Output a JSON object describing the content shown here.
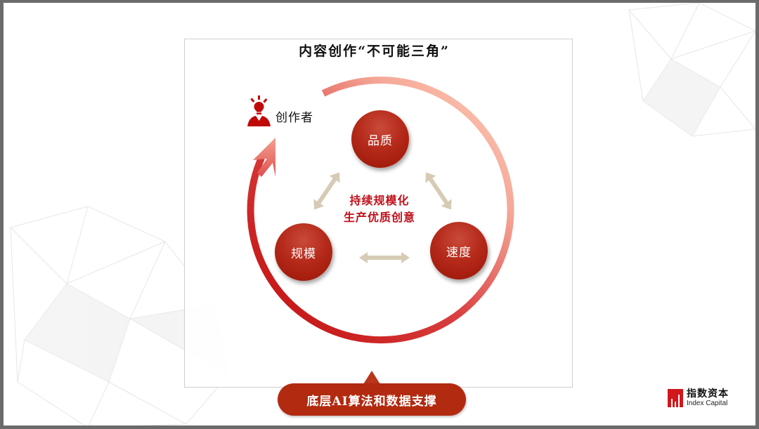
{
  "slide": {
    "title": "内容创作“不可能三角”",
    "creator": {
      "label": "创作者",
      "icon": "person-lightbulb-icon"
    },
    "nodes": [
      {
        "id": "quality",
        "label": "品质"
      },
      {
        "id": "scale",
        "label": "规模"
      },
      {
        "id": "speed",
        "label": "速度"
      }
    ],
    "center_text": {
      "line1": "持续规模化",
      "line2": "生产优质创意"
    },
    "callout": {
      "label": "底层AI算法和数据支撑"
    },
    "logo": {
      "cn": "指数资本",
      "en": "Index Capital"
    },
    "colors": {
      "accent": "#b22a10",
      "node": "#b52a1a",
      "center_text": "#c0101a",
      "arrow": "#d6cbb5",
      "cycle_start": "#c00a0a",
      "cycle_end": "#ffc8b4"
    }
  }
}
